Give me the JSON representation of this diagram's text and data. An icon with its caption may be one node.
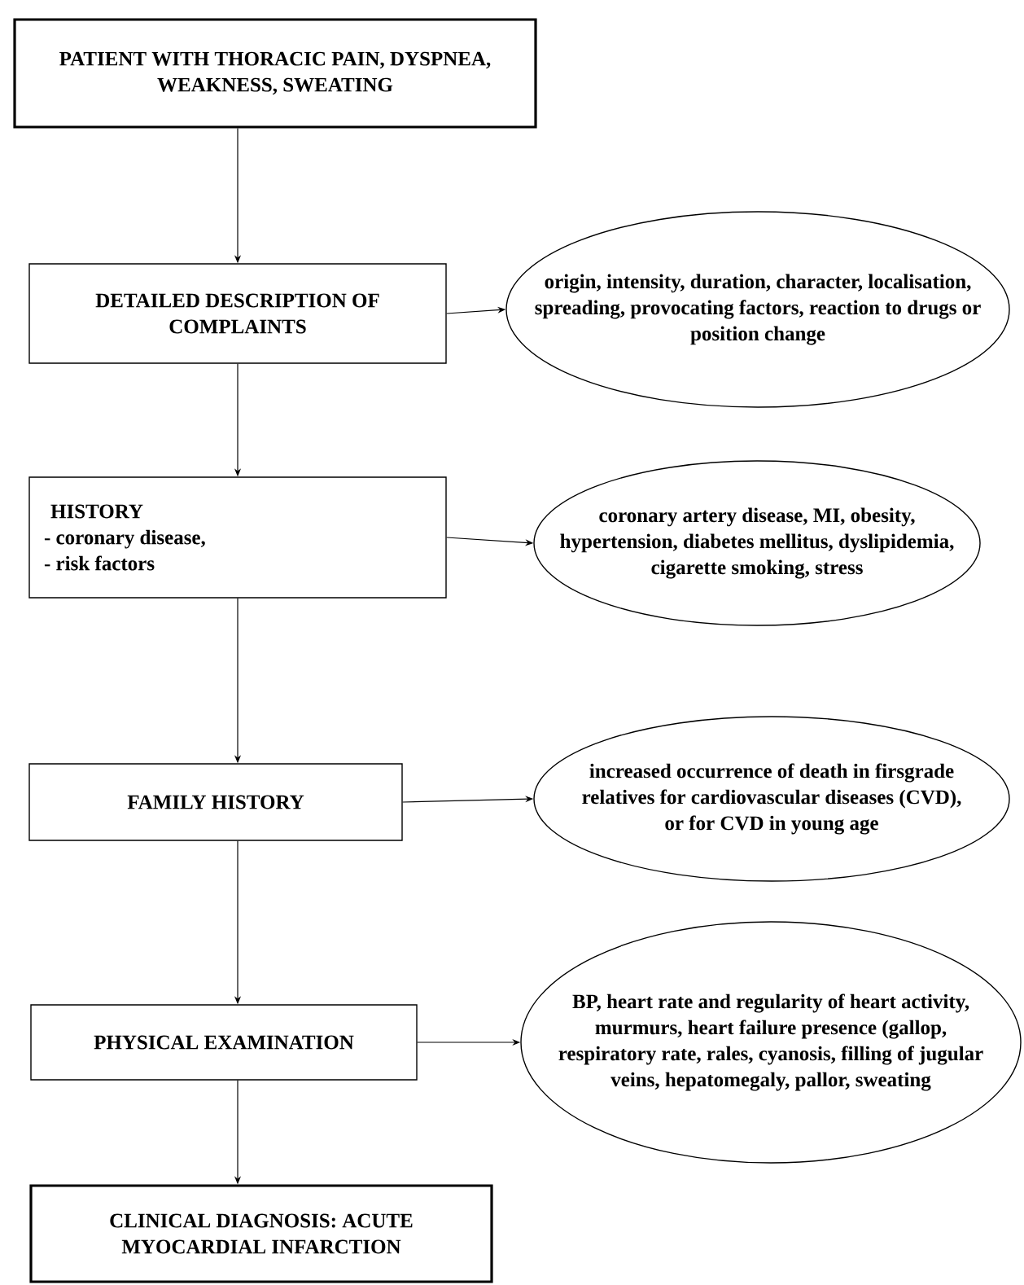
{
  "diagram": {
    "nodes": [
      {
        "text": [
          "PATIENT WITH THORACIC PAIN, DYSPNEA, WEAKNESS, SWEATING"
        ]
      },
      {
        "text": [
          "DETAILED DESCRIPTION OF COMPLAINTS"
        ]
      },
      {
        "text": [
          "origin, intensity, duration, character, localisation, spreading, provocating factors, reaction to drugs or position change"
        ]
      },
      {
        "text": [
          "HISTORY",
          "- coronary disease,",
          "- risk factors"
        ]
      },
      {
        "text": [
          "coronary artery disease, MI, obesity, hypertension, diabetes mellitus, dyslipidemia, cigarette smoking, stress"
        ]
      },
      {
        "text": [
          "FAMILY HISTORY"
        ]
      },
      {
        "text": [
          "increased occurrence of death in firsgrade relatives for cardiovascular diseases (CVD), or for CVD in young age"
        ]
      },
      {
        "text": [
          "PHYSICAL EXAMINATION"
        ]
      },
      {
        "text": [
          "BP, heart rate and regularity of heart activity, murmurs, heart failure presence (gallop, respiratory rate, rales, cyanosis, filling of jugular veins, hepatomegaly, pallor, sweating"
        ]
      },
      {
        "text": [
          "CLINICAL DIAGNOSIS: ACUTE MYOCARDIAL INFARCTION"
        ]
      }
    ],
    "edges": [
      {
        "from": 0,
        "to": 1,
        "arrow": "to"
      },
      {
        "from": 1,
        "to": 2,
        "arrow": "to"
      },
      {
        "from": 1,
        "to": 3,
        "arrow": "to"
      },
      {
        "from": 3,
        "to": 4,
        "arrow": "to"
      },
      {
        "from": 3,
        "to": 5,
        "arrow": "to"
      },
      {
        "from": 5,
        "to": 6,
        "arrow": "to"
      },
      {
        "from": 5,
        "to": 7,
        "arrow": "to"
      },
      {
        "from": 7,
        "to": 8,
        "arrow": "to"
      },
      {
        "from": 7,
        "to": 9,
        "arrow": "to"
      }
    ]
  }
}
